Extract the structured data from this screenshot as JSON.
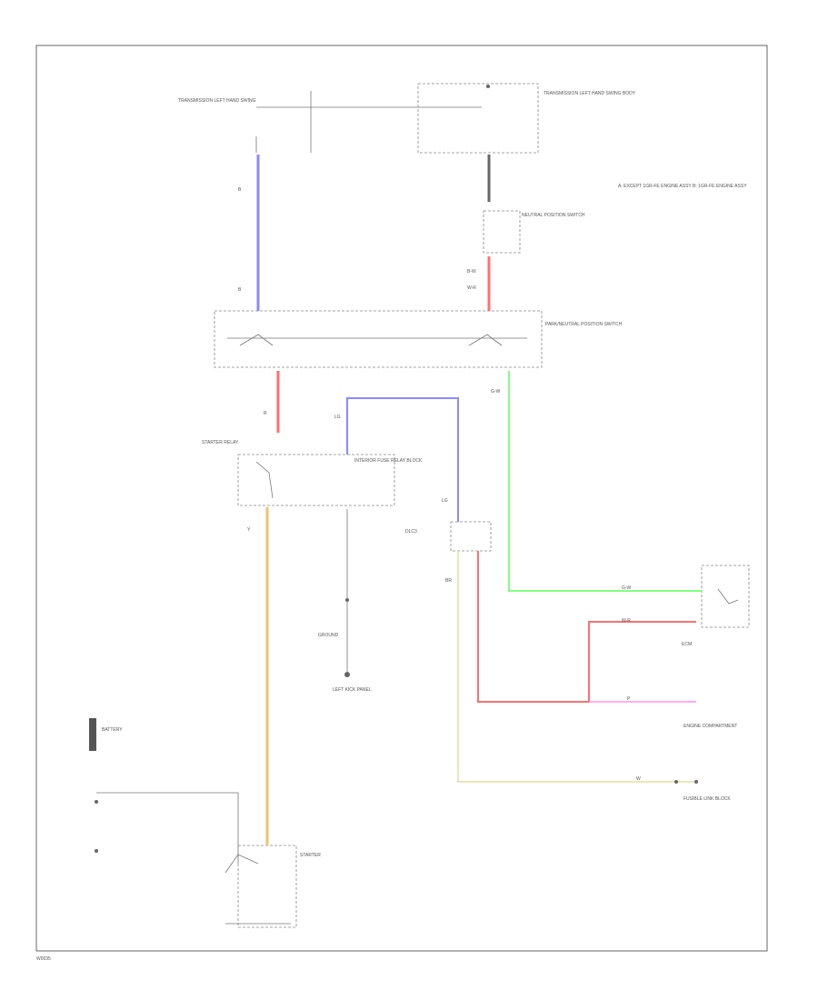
{
  "diagram": {
    "footer_id": "W0035",
    "colors": {
      "wire_blue": "#8a8aff",
      "wire_red": "#ff7070",
      "wire_green": "#80ff80",
      "wire_orange": "#f0c070",
      "wire_yellow": "#e0e0a0",
      "wire_pink": "#ff90ff",
      "wire_black": "#666666"
    },
    "components": {
      "trans_left": "TRANSMISSION LEFT HAND SWING",
      "trans_right": "TRANSMISSION LEFT HAND SWING BODY",
      "notes": "A: EXCEPT 1GR-FE ENGINE ASSY  B: 1GR-FE ENGINE ASSY",
      "neutral_sw": "NEUTRAL POSITION SWITCH",
      "park_neutral": "PARK/NEUTRAL POSITION SWITCH",
      "starter_relay": "STARTER RELAY",
      "interior_fuse": "INTERIOR FUSE RELAY BLOCK",
      "ground": "GROUND",
      "ecm": "ECM",
      "battery": "BATTERY",
      "fusible_link": "FUSIBLE LINK BLOCK",
      "starter": "STARTER",
      "engine_comp": "ENGINE COMPARTMENT",
      "left_kick": "LEFT KICK PANEL",
      "dlc3": "DLC3"
    },
    "wire_labels": {
      "b": "B",
      "br": "BR",
      "bw": "B-W",
      "gw": "G-W",
      "wr": "W-R",
      "lg": "LG",
      "r": "R",
      "y": "Y",
      "p": "P",
      "w": "W"
    }
  }
}
